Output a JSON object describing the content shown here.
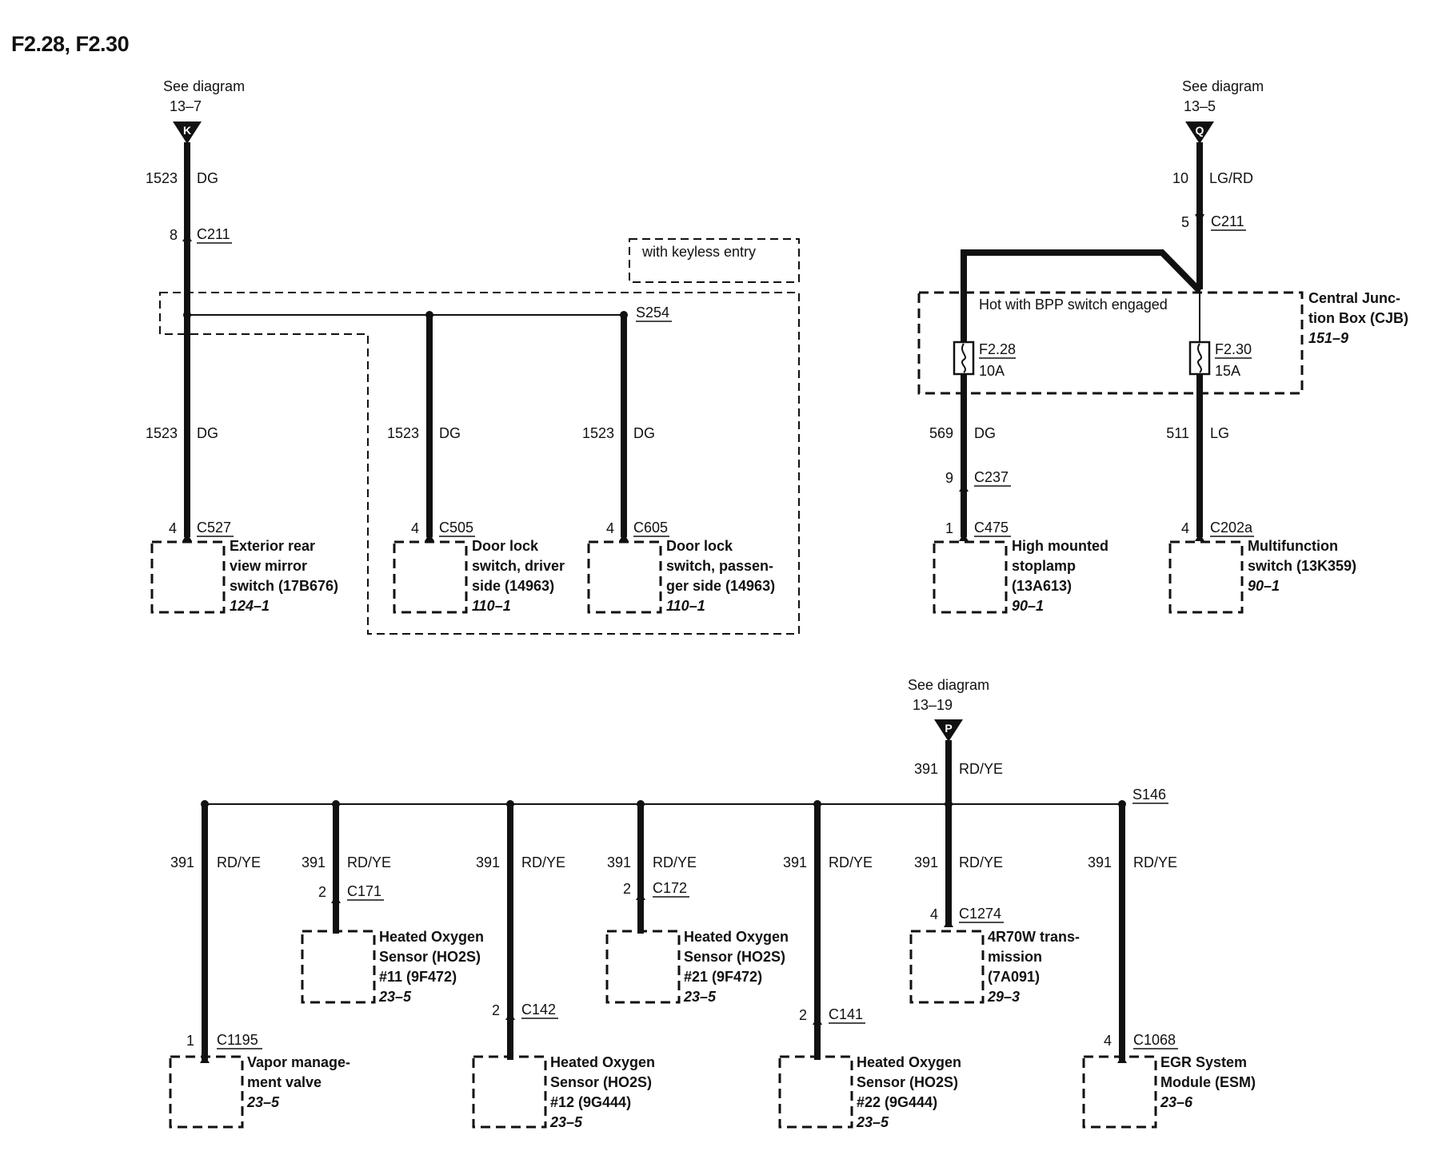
{
  "page": {
    "title": "F2.28, F2.30"
  },
  "connectors": [
    {
      "id": "K",
      "see": "See diagram",
      "ref": "13–7"
    },
    {
      "id": "Q",
      "see": "See diagram",
      "ref": "13–5"
    },
    {
      "id": "P",
      "see": "See diagram",
      "ref": "13–19"
    }
  ],
  "boxes": {
    "keyless": "with keyless entry",
    "bpp": "Hot with BPP switch engaged",
    "cjb": [
      "Central Junc-",
      "tion Box (CJB)",
      "151–9"
    ]
  },
  "fuses": [
    {
      "id": "F2.28",
      "rating": "10A"
    },
    {
      "id": "F2.30",
      "rating": "15A"
    }
  ],
  "splices": [
    "S254",
    "S146"
  ],
  "wire_labels": {
    "k_top": [
      "1523",
      "DG"
    ],
    "k_br1": [
      "1523",
      "DG"
    ],
    "k_br2": [
      "1523",
      "DG"
    ],
    "k_br3": [
      "1523",
      "DG"
    ],
    "q_top": [
      "10",
      "LG/RD"
    ],
    "f1_out": [
      "569",
      "DG"
    ],
    "f2_out": [
      "511",
      "LG"
    ],
    "p_top": [
      "391",
      "RD/YE"
    ],
    "p_b1": [
      "391",
      "RD/YE"
    ],
    "p_b2": [
      "391",
      "RD/YE"
    ],
    "p_b3": [
      "391",
      "RD/YE"
    ],
    "p_b4": [
      "391",
      "RD/YE"
    ],
    "p_b5": [
      "391",
      "RD/YE"
    ],
    "p_b6": [
      "391",
      "RD/YE"
    ],
    "p_b7": [
      "391",
      "RD/YE"
    ]
  },
  "pins": {
    "c211_k": [
      "8",
      "C211"
    ],
    "c211_q": [
      "5",
      "C211"
    ],
    "c527": [
      "4",
      "C527"
    ],
    "c505": [
      "4",
      "C505"
    ],
    "c605": [
      "4",
      "C605"
    ],
    "c237": [
      "9",
      "C237"
    ],
    "c475": [
      "1",
      "C475"
    ],
    "c202a": [
      "4",
      "C202a"
    ],
    "c1195": [
      "1",
      "C1195"
    ],
    "c171": [
      "2",
      "C171"
    ],
    "c142": [
      "2",
      "C142"
    ],
    "c172": [
      "2",
      "C172"
    ],
    "c141": [
      "2",
      "C141"
    ],
    "c1274": [
      "4",
      "C1274"
    ],
    "c1068": [
      "4",
      "C1068"
    ]
  },
  "components": {
    "mirror": [
      "Exterior rear",
      "view mirror",
      "switch (17B676)",
      "124–1"
    ],
    "doorlock_driver": [
      "Door lock",
      "switch, driver",
      "side (14963)",
      "110–1"
    ],
    "doorlock_pass": [
      "Door lock",
      "switch, passen-",
      "ger side (14963)",
      "110–1"
    ],
    "stoplamp": [
      "High mounted",
      "stoplamp",
      "(13A613)",
      "90–1"
    ],
    "multifunction": [
      "Multifunction",
      "switch (13K359)",
      "90–1"
    ],
    "vmv": [
      "Vapor manage-",
      "ment valve",
      "23–5"
    ],
    "ho2s11": [
      "Heated Oxygen",
      "Sensor (HO2S)",
      "#11 (9F472)",
      "23–5"
    ],
    "ho2s12": [
      "Heated Oxygen",
      "Sensor (HO2S)",
      "#12 (9G444)",
      "23–5"
    ],
    "ho2s21": [
      "Heated Oxygen",
      "Sensor (HO2S)",
      "#21 (9F472)",
      "23–5"
    ],
    "ho2s22": [
      "Heated Oxygen",
      "Sensor (HO2S)",
      "#22 (9G444)",
      "23–5"
    ],
    "trans": [
      "4R70W trans-",
      "mission",
      "(7A091)",
      "29–3"
    ],
    "esm": [
      "EGR System",
      "Module (ESM)",
      "23–6"
    ]
  }
}
